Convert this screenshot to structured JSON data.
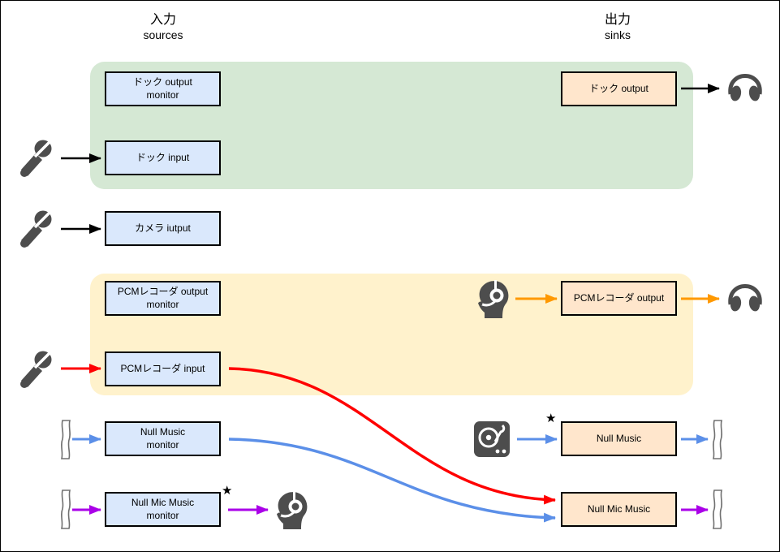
{
  "headers": {
    "inputs": {
      "title": "入力",
      "subtitle": "sources"
    },
    "outputs": {
      "title": "出力",
      "subtitle": "sinks"
    }
  },
  "sources": {
    "dock_output_monitor": {
      "label": "ドック output\nmonitor"
    },
    "dock_input": {
      "label": "ドック input"
    },
    "camera_input": {
      "label": "カメラ iutput"
    },
    "pcm_output_monitor": {
      "label": "PCMレコーダ output\nmonitor"
    },
    "pcm_input": {
      "label": "PCMレコーダ input"
    },
    "null_music_monitor": {
      "label": "Null Music\nmonitor"
    },
    "null_mic_music_monitor": {
      "label": "Null Mic Music\nmonitor"
    }
  },
  "sinks": {
    "dock_output": {
      "label": "ドック output"
    },
    "pcm_output": {
      "label": "PCMレコーダ output"
    },
    "null_music": {
      "label": "Null Music"
    },
    "null_mic_music": {
      "label": "Null Mic Music"
    }
  },
  "markers": {
    "default_star": "★"
  },
  "icons": {
    "left": [
      "microphone-icon",
      "stream-squiggle-icon"
    ],
    "right": [
      "headphones-icon",
      "headset-operator-icon",
      "turntable-icon",
      "stream-squiggle-icon"
    ]
  },
  "colors": {
    "source_node_fill": "#dae8fc",
    "sink_node_fill": "#ffe6cc",
    "group_dock_fill": "#d5e8d4",
    "group_pcm_fill": "#fff2cc",
    "node_border": "#000000",
    "icon_gray": "#4d4d4d",
    "arrow_black": "#000000",
    "arrow_red": "#ff0000",
    "arrow_orange": "#ff9900",
    "arrow_blue": "#5b8fe8",
    "arrow_purple": "#aa00e8",
    "squiggle_fill": "#ffffff",
    "squiggle_stroke": "#707070",
    "star_color": "#000000"
  }
}
